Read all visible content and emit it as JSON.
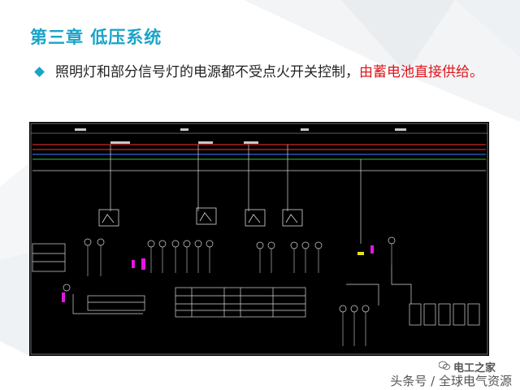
{
  "slide": {
    "title": "第三章  低压系统",
    "bullet_prefix": "照明灯和部分信号灯的电源都不受点火开关控制，",
    "bullet_highlight": "由蓄电池直接供给。",
    "accent_color": "#1aa3c8",
    "highlight_color": "#e0161b"
  },
  "schematic": {
    "background": "#000000",
    "bus_colors": [
      "#ff3030",
      "#3a7cff",
      "#2bbf3c",
      "#d0d0d0"
    ]
  },
  "watermark": {
    "brand": "电工之家",
    "source": "头条号 / 全球电气资源",
    "icon": "wechat-icon"
  }
}
